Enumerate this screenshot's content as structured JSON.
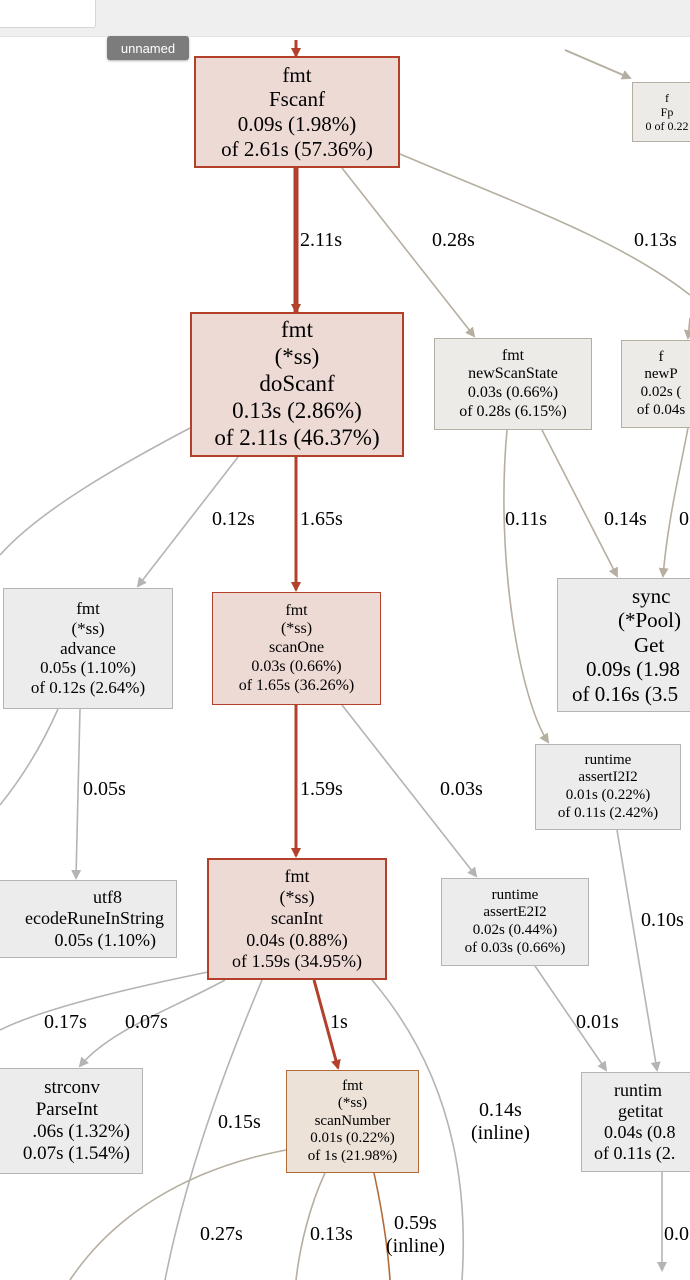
{
  "search": {
    "value": ""
  },
  "label_tag": "unnamed",
  "nodes": {
    "fscanf": {
      "lines": [
        "fmt",
        "Fscanf",
        "0.09s (1.98%)",
        "of 2.61s (57.36%)"
      ]
    },
    "doscanf": {
      "lines": [
        "fmt",
        "(*ss)",
        "doScanf",
        "0.13s (2.86%)",
        "of 2.11s (46.37%)"
      ]
    },
    "newscanstate": {
      "lines": [
        "fmt",
        "newScanState",
        "0.03s (0.66%)",
        "of 0.28s (6.15%)"
      ]
    },
    "advance": {
      "lines": [
        "fmt",
        "(*ss)",
        "advance",
        "0.05s (1.10%)",
        "of 0.12s (2.64%)"
      ]
    },
    "scanone": {
      "lines": [
        "fmt",
        "(*ss)",
        "scanOne",
        "0.03s (0.66%)",
        "of 1.65s (36.26%)"
      ]
    },
    "syncget": {
      "lines": [
        "sync",
        "(*Pool)",
        "Get",
        "0.09s (1.98",
        "of 0.16s (3.5"
      ]
    },
    "asserti2i2": {
      "lines": [
        "runtime",
        "assertI2I2",
        "0.01s (0.22%)",
        "of 0.11s (2.42%)"
      ]
    },
    "utf8": {
      "lines": [
        "utf8",
        "ecodeRuneInString",
        "0.05s (1.10%)"
      ]
    },
    "scanint": {
      "lines": [
        "fmt",
        "(*ss)",
        "scanInt",
        "0.04s (0.88%)",
        "of 1.59s (34.95%)"
      ]
    },
    "asserte2i2": {
      "lines": [
        "runtime",
        "assertE2I2",
        "0.02s (0.44%)",
        "of 0.03s (0.66%)"
      ]
    },
    "strconv": {
      "lines": [
        "strconv",
        "ParseInt",
        ".06s (1.32%)",
        "0.07s (1.54%)"
      ]
    },
    "scannumber": {
      "lines": [
        "fmt",
        "(*ss)",
        "scanNumber",
        "0.01s (0.22%)",
        "of 1s (21.98%)"
      ]
    },
    "getitab": {
      "lines": [
        "runtim",
        "getitat",
        "0.04s (0.8",
        "of 0.11s (2."
      ]
    },
    "fprint_partial": {
      "lines": [
        "f",
        "Fp",
        "0 of 0.22"
      ]
    },
    "newp_partial": {
      "lines": [
        "f",
        "newP",
        "0.02s (",
        "of 0.04s"
      ]
    }
  },
  "edges": {
    "fscanf_doscanf": "2.11s",
    "fscanf_newscanstate": "0.28s",
    "fscanf_right": "0.13s",
    "doscanf_advance": "0.12s",
    "doscanf_scanone": "1.65s",
    "newscanstate_asserti2i2": "0.11s",
    "newscanstate_syncget": "0.14s",
    "right_partial": "0",
    "advance_utf8": "0.05s",
    "scanone_scanint": "1.59s",
    "scanone_asserte2i2": "0.03s",
    "asserti2i2_getitab": "0.10s",
    "scanint_left": "0.17s",
    "scanint_strconv": "0.07s",
    "scanint_scannumber": "1s",
    "scanint_down": "0.15s",
    "scanint_inline": [
      "0.14s",
      "(inline)"
    ],
    "asserte2i2_getitab": "0.01s",
    "scannumber_a": "0.27s",
    "scannumber_b": "0.13s",
    "scannumber_inline": [
      "0.59s",
      "(inline)"
    ],
    "getitab_down": "0.0"
  },
  "colors": {
    "hot_edge": "#b2402a",
    "warm_edge": "#b26b38",
    "cool_edge": "#b6aea0",
    "gray_edge": "#b4b4b4"
  }
}
